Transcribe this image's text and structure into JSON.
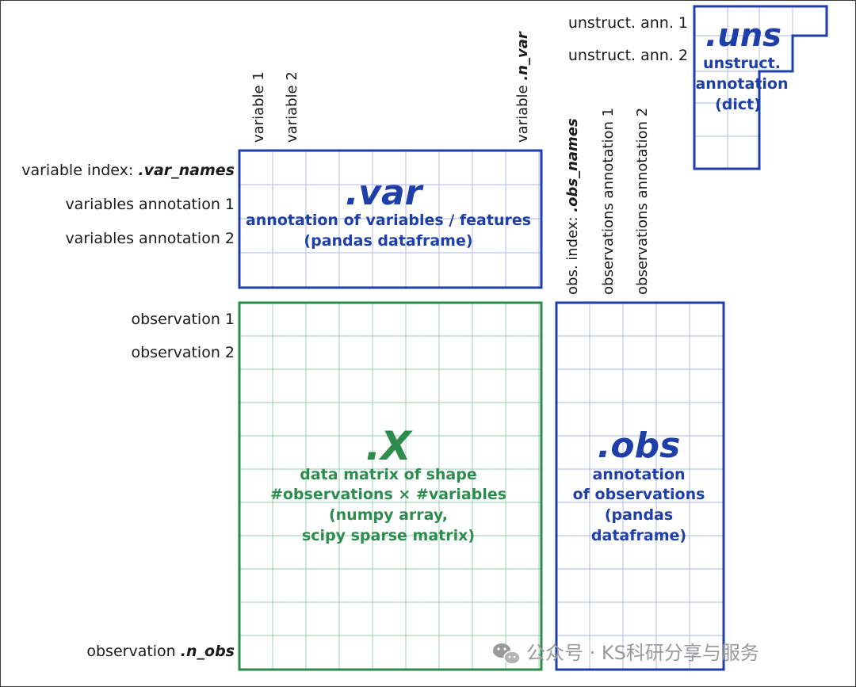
{
  "colors": {
    "blue": "#1f3fa8",
    "green": "#2e8b4e",
    "grid_blue": "#b9c7ee",
    "grid_green": "#a9d8bd",
    "text": "#1a1a1a",
    "watermark": "#9a9a9a"
  },
  "var_block": {
    "title": ".var",
    "desc_line1": "annotation of variables / features",
    "desc_line2": "(pandas dataframe)",
    "row_labels": {
      "index_prefix": "variable index: ",
      "index_attr": ".var_names",
      "annotation_1": "variables annotation 1",
      "annotation_2": "variables annotation 2"
    },
    "column_labels": {
      "variable_1": "variable 1",
      "variable_2": "variable 2",
      "variable_n_prefix": "variable ",
      "variable_n_attr": ".n_var"
    }
  },
  "x_block": {
    "title": ".X",
    "desc_line1": "data matrix of shape",
    "desc_line2": "#observations × #variables",
    "desc_line3": "(numpy array,",
    "desc_line4": "scipy sparse matrix)",
    "row_labels": {
      "observation_1": "observation 1",
      "observation_2": "observation 2",
      "observation_n_prefix": "observation ",
      "observation_n_attr": ".n_obs"
    }
  },
  "obs_block": {
    "title": ".obs",
    "desc_line1": "annotation",
    "desc_line2": "of observations",
    "desc_line3": "(pandas",
    "desc_line4": "dataframe)",
    "column_labels": {
      "index_prefix": "obs. index: ",
      "index_attr": ".obs_names",
      "annotation_1": "observations annotation 1",
      "annotation_2": "observations annotation 2"
    }
  },
  "uns_block": {
    "title": ".uns",
    "desc_line1": "unstruct.",
    "desc_line2": "annotation",
    "desc_line3": "(dict)",
    "row_labels": {
      "ann_1": "unstruct. ann. 1",
      "ann_2": "unstruct. ann. 2"
    }
  },
  "watermark": {
    "icon": "wechat-icon",
    "text": "公众号 · KS科研分享与服务"
  }
}
